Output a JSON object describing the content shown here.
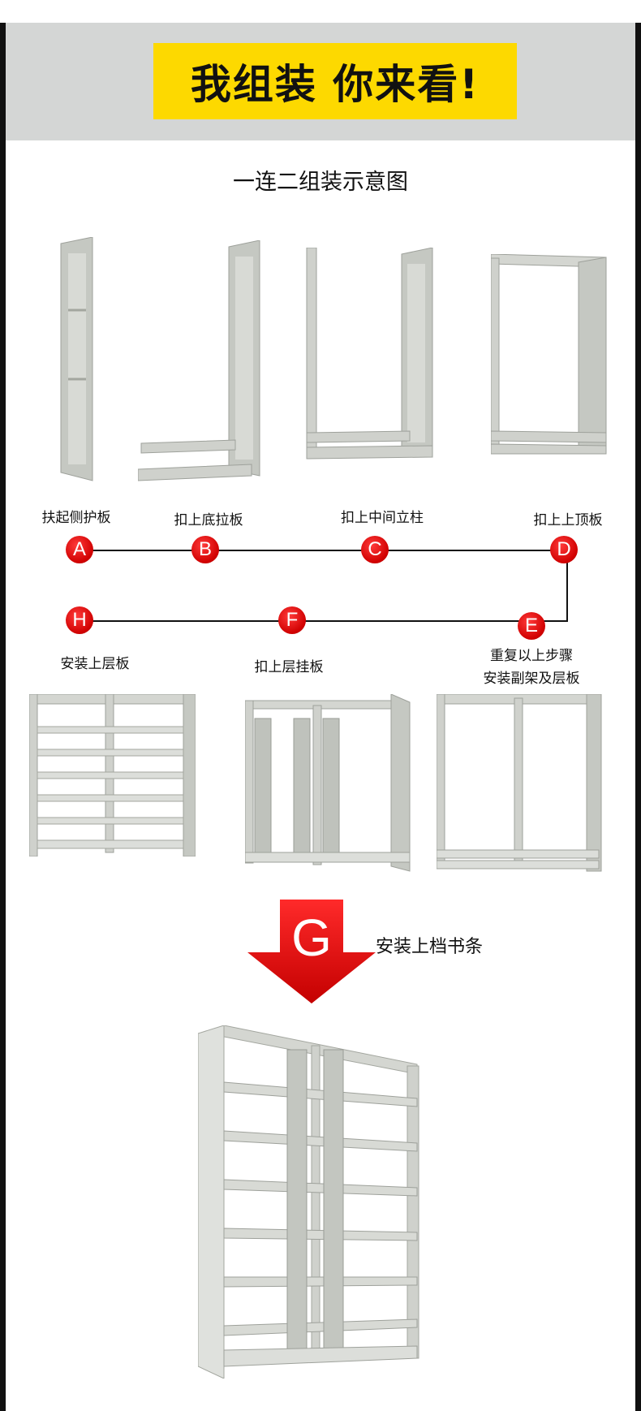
{
  "banner": {
    "text": "我组装 你来看!"
  },
  "title": "一连二组装示意图",
  "steps": [
    {
      "letter": "A",
      "label": "扶起侧护板"
    },
    {
      "letter": "B",
      "label": "扣上底拉板"
    },
    {
      "letter": "C",
      "label": "扣上中间立柱"
    },
    {
      "letter": "D",
      "label": "扣上上顶板"
    },
    {
      "letter": "E",
      "label_line1": "重复以上步骤",
      "label_line2": "安装副架及层板"
    },
    {
      "letter": "F",
      "label": "扣上层挂板"
    },
    {
      "letter": "H",
      "label": "安装上层板"
    }
  ],
  "final_step": {
    "letter": "G",
    "label": "安装上档书条"
  },
  "colors": {
    "banner": "#fdd900",
    "band": "#d4d6d5",
    "circle": "#d00000",
    "steel": "#c9ccc6"
  }
}
